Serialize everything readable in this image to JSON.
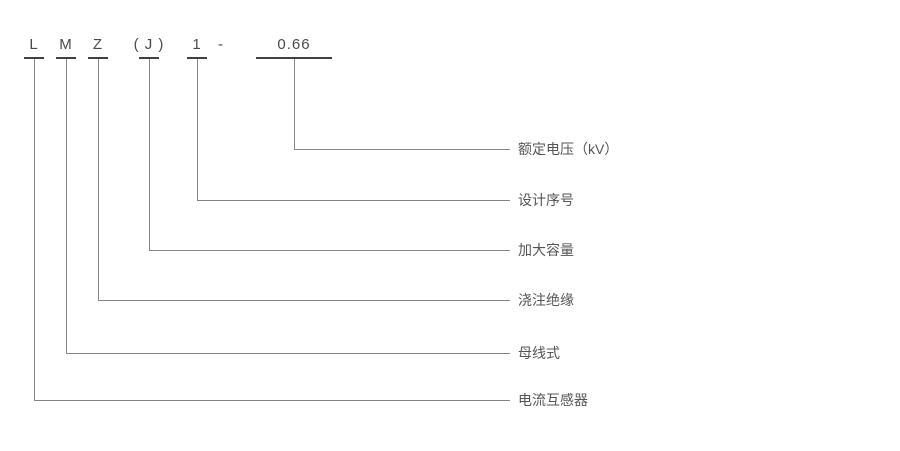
{
  "model": {
    "tokens": [
      "L",
      "M",
      "Z",
      "( J )",
      "1",
      "-",
      "0.66"
    ]
  },
  "meanings": [
    {
      "code": "0.66",
      "label": "额定电压（kV）"
    },
    {
      "code": "1",
      "label": "设计序号"
    },
    {
      "code": "( J )",
      "label": "加大容量"
    },
    {
      "code": "Z",
      "label": "浇注绝缘"
    },
    {
      "code": "M",
      "label": "母线式"
    },
    {
      "code": "L",
      "label": "电流互感器"
    }
  ],
  "colors": {
    "text": "#4a4a4a",
    "label_text": "#555555",
    "connector_line": "#858585",
    "tick_mark": "#414141",
    "background": "#ffffff"
  }
}
